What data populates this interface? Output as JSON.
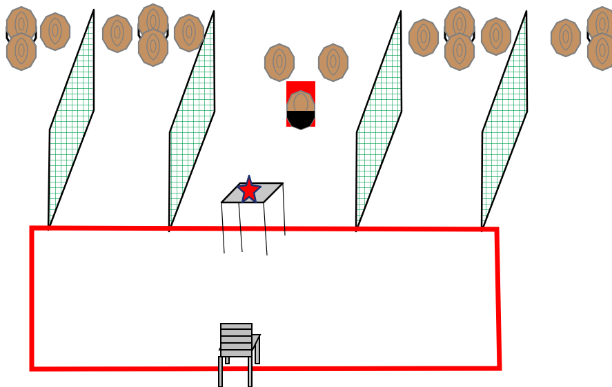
{
  "colors": {
    "background": "#ffffff",
    "shooting_box": "#ff0000",
    "wall_mesh": "#00a050",
    "wall_outline": "#000000",
    "target_fill": "#c49262",
    "target_edge": "#7f7f7f",
    "no_shoot_fill": "#ffffff",
    "hard_cover_block": "#ff0000",
    "hard_cover_fill": "#000000",
    "table_top": "#c8c8c8",
    "start_star_fill": "#ff0000",
    "start_star_edge": "#1f2f6f",
    "chair_fill": "#bfbfbf"
  },
  "legend": {
    "paper_target": "octagon",
    "no_shoot": "octagon-with-black-outline-arcs",
    "barricade": "green-mesh-wall",
    "fault_line": "red-rectangle",
    "start_position": "star-on-table",
    "prop": "chair"
  },
  "counts": {
    "paper_targets": 15,
    "no_shoots": 4,
    "mesh_walls": 4,
    "hard_cover_targets": 1
  }
}
